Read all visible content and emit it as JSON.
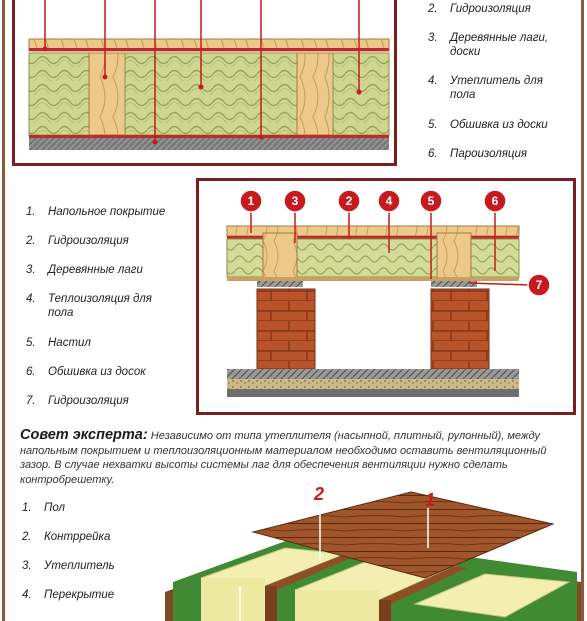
{
  "top_legend": [
    {
      "n": "2.",
      "text": "Гидроизоляция"
    },
    {
      "n": "3.",
      "text": "Деревянные лаги,\nдоски"
    },
    {
      "n": "4.",
      "text": "Утеплитель для\nпола"
    },
    {
      "n": "5.",
      "text": "Обшивка из доски"
    },
    {
      "n": "6.",
      "text": "Пароизоляция"
    }
  ],
  "mid_legend": [
    {
      "n": "1.",
      "text": "Напольное покрытие"
    },
    {
      "n": "2.",
      "text": "Гидроизоляция"
    },
    {
      "n": "3.",
      "text": "Деревянные лаги"
    },
    {
      "n": "4.",
      "text": "Теплоизоляция для\nпола"
    },
    {
      "n": "5.",
      "text": "Настил"
    },
    {
      "n": "6.",
      "text": "Обшивка из досок"
    },
    {
      "n": "7.",
      "text": "Гидроизоляция"
    }
  ],
  "expert_tip": {
    "heading": "Совет эксперта:",
    "body": "Независимо от типа утеплителя (насыпной, плитный, рулонный), между напольным покрытием и теплоизоляционным материалом необходимо оставить вентиляционный зазор. В случае нехватки высоты системы лаг для обеспечения вентиляции нужно сделать контробрешетку."
  },
  "bottom_legend": [
    {
      "n": "1.",
      "text": "Пол"
    },
    {
      "n": "2.",
      "text": "Контррейка"
    },
    {
      "n": "3.",
      "text": "Утеплитель"
    },
    {
      "n": "4.",
      "text": "Перекрытие"
    }
  ],
  "callouts_mid": [
    "1",
    "3",
    "2",
    "4",
    "5",
    "6",
    "7"
  ],
  "callouts_bottom": [
    "2",
    "1"
  ],
  "colors": {
    "frame": "#7a1f1f",
    "callout": "#c8191e",
    "wood": "#e8c58a",
    "insulation": "#d8e0a0",
    "brick": "#b9542a",
    "green": "#3f8a32"
  }
}
